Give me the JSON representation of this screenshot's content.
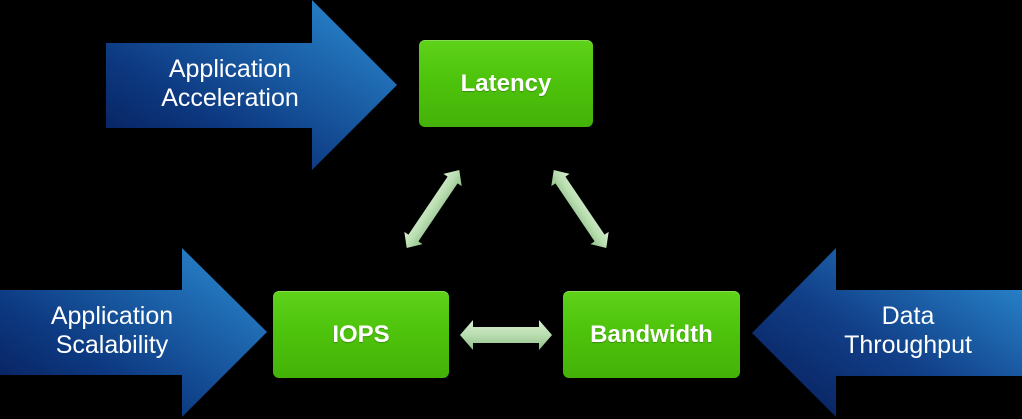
{
  "diagram": {
    "nodes": [
      {
        "id": "latency",
        "label": "Latency"
      },
      {
        "id": "iops",
        "label": "IOPS"
      },
      {
        "id": "bandwidth",
        "label": "Bandwidth"
      }
    ],
    "drivers": [
      {
        "id": "acceleration",
        "lines": [
          "Application",
          "Acceleration"
        ],
        "direction": "right",
        "target": "latency"
      },
      {
        "id": "scalability",
        "lines": [
          "Application",
          "Scalability"
        ],
        "direction": "right",
        "target": "iops"
      },
      {
        "id": "throughput",
        "lines": [
          "Data",
          "Throughput"
        ],
        "direction": "left",
        "target": "bandwidth"
      }
    ],
    "links": [
      {
        "from": "latency",
        "to": "iops",
        "type": "bidirectional"
      },
      {
        "from": "latency",
        "to": "bandwidth",
        "type": "bidirectional"
      },
      {
        "from": "iops",
        "to": "bandwidth",
        "type": "bidirectional"
      }
    ],
    "colors": {
      "background": "#000000",
      "node_green": "#4ec40c",
      "driver_blue_dark": "#0a2466",
      "driver_blue_light": "#2a86cc",
      "link_green": "#b9ddb0",
      "text": "#ffffff"
    }
  }
}
